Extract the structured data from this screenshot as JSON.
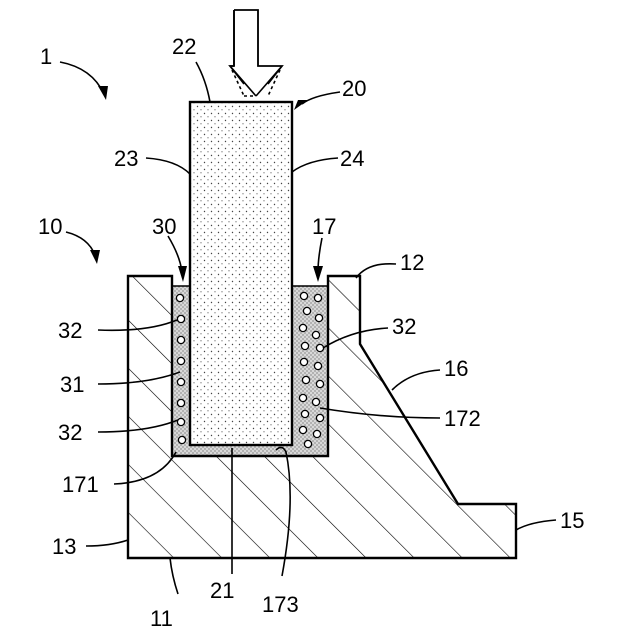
{
  "labels": {
    "l1": "1",
    "l22": "22",
    "l20": "20",
    "l23": "23",
    "l24": "24",
    "l10": "10",
    "l30": "30",
    "l17": "17",
    "l12": "12",
    "l32a": "32",
    "l32b": "32",
    "l32c": "32",
    "l31": "31",
    "l16": "16",
    "l172": "172",
    "l171": "171",
    "l15": "15",
    "l13": "13",
    "l11": "11",
    "l21": "21",
    "l173": "173"
  },
  "colors": {
    "stroke": "#000000",
    "background": "#ffffff",
    "stipple": "#444444",
    "adhesive_fill": "#d8d8d8"
  }
}
